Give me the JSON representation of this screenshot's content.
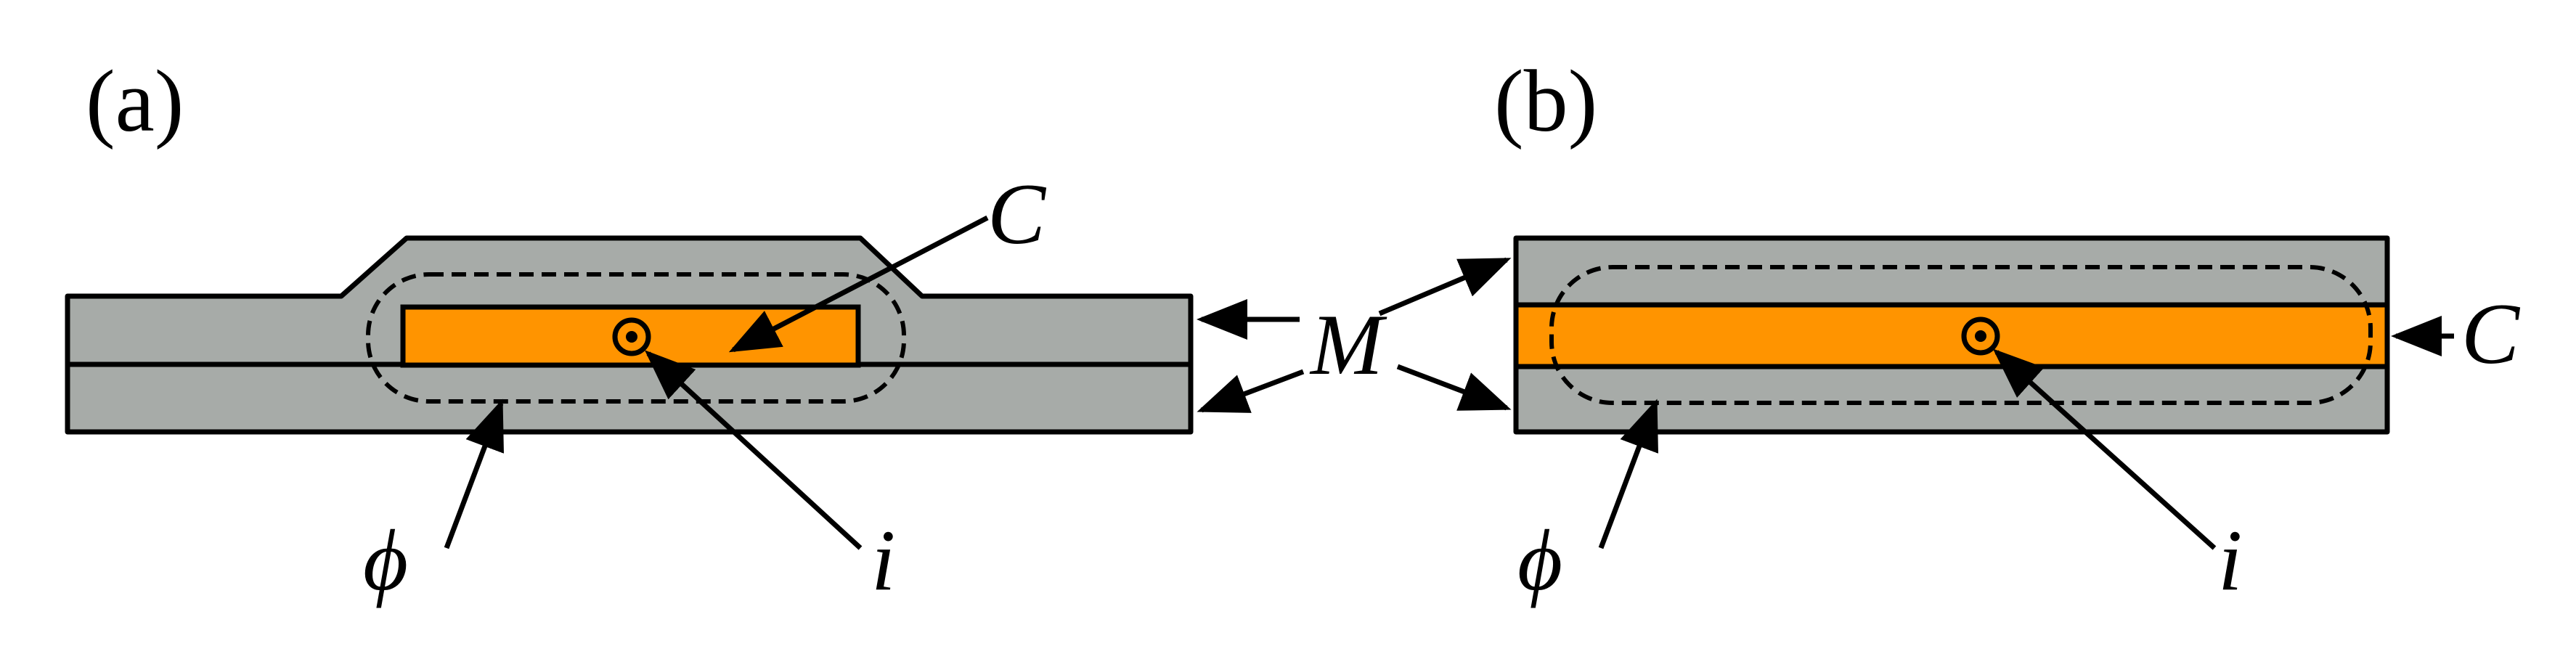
{
  "panels": [
    {
      "id": "a",
      "label": "(a)",
      "symbols": {
        "metal": "M",
        "conductor": "C",
        "current": "i",
        "flux": "ϕ"
      }
    },
    {
      "id": "b",
      "label": "(b)",
      "symbols": {
        "metal": "M",
        "conductor": "C",
        "current": "i",
        "flux": "ϕ"
      }
    }
  ],
  "colors": {
    "metal": "#a7aba8",
    "conductor": "#ff9400",
    "outline": "#000000",
    "background": "#ffffff"
  }
}
